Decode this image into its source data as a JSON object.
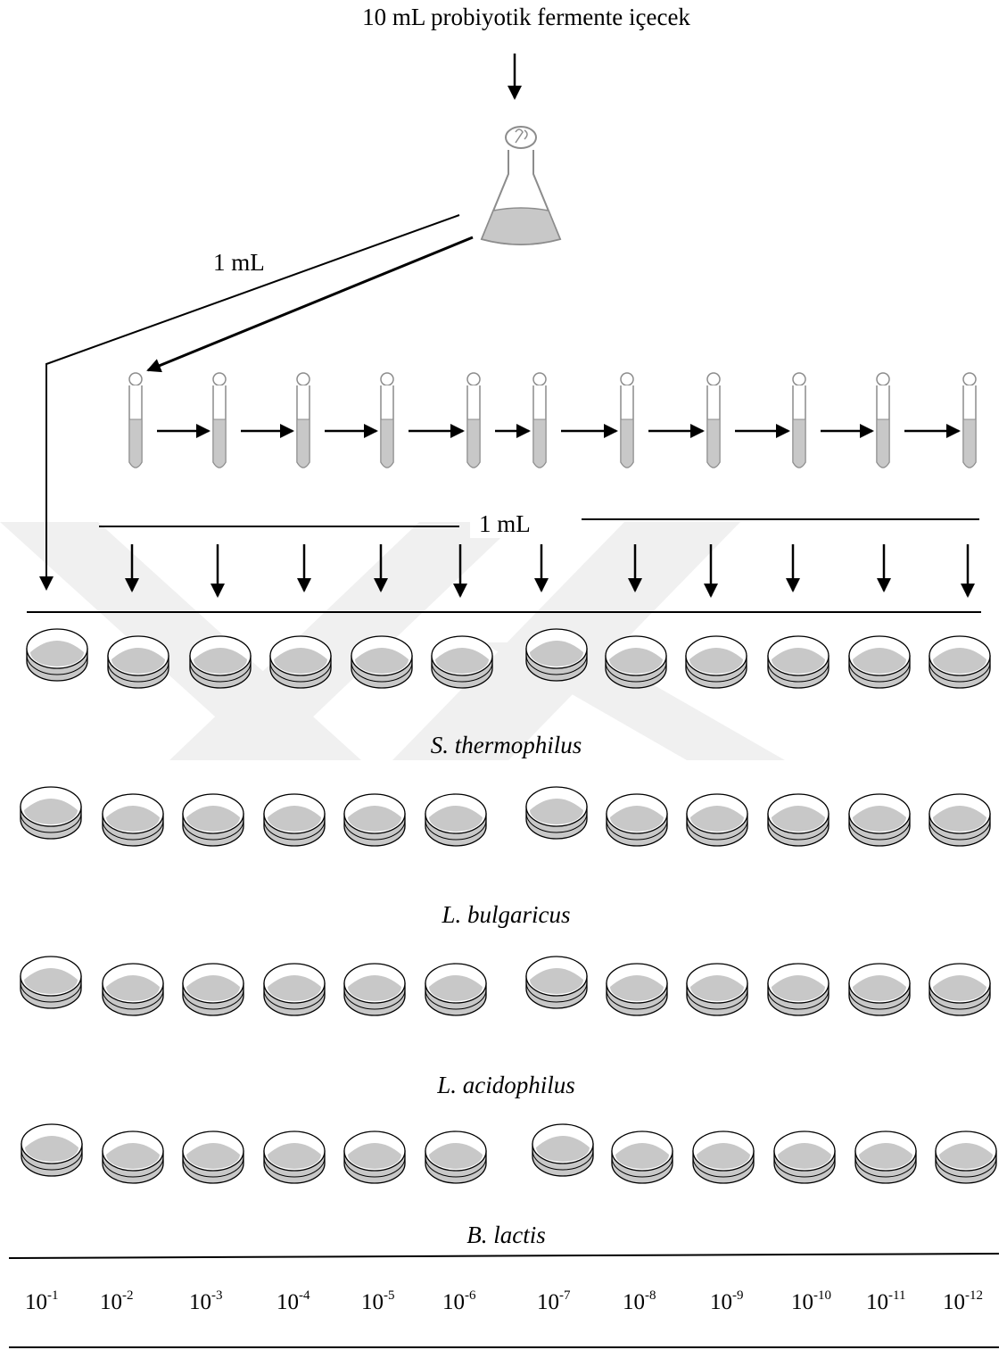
{
  "title": "10 mL probiyotik fermente içecek",
  "transfer_label_top": "1 mL",
  "transfer_label_middle": "1 mL",
  "species": [
    "S.  thermophilus",
    "L. bulgaricus",
    "L. acidophilus",
    "B. lactis"
  ],
  "dilutions": [
    {
      "base": "10",
      "exp": "-1"
    },
    {
      "base": "10",
      "exp": "-2"
    },
    {
      "base": "10",
      "exp": "-3"
    },
    {
      "base": "10",
      "exp": "-4"
    },
    {
      "base": "10",
      "exp": "-5"
    },
    {
      "base": "10",
      "exp": "-6"
    },
    {
      "base": "10",
      "exp": "-7"
    },
    {
      "base": "10",
      "exp": "-8"
    },
    {
      "base": "10",
      "exp": "-9"
    },
    {
      "base": "10",
      "exp": "-10"
    },
    {
      "base": "10",
      "exp": "-11"
    },
    {
      "base": "10",
      "exp": "-12"
    }
  ],
  "colors": {
    "liquid": "#c8c8c8",
    "stroke": "#000000",
    "glass": "#8c8c8c",
    "watermark": "#f0f0f0"
  }
}
